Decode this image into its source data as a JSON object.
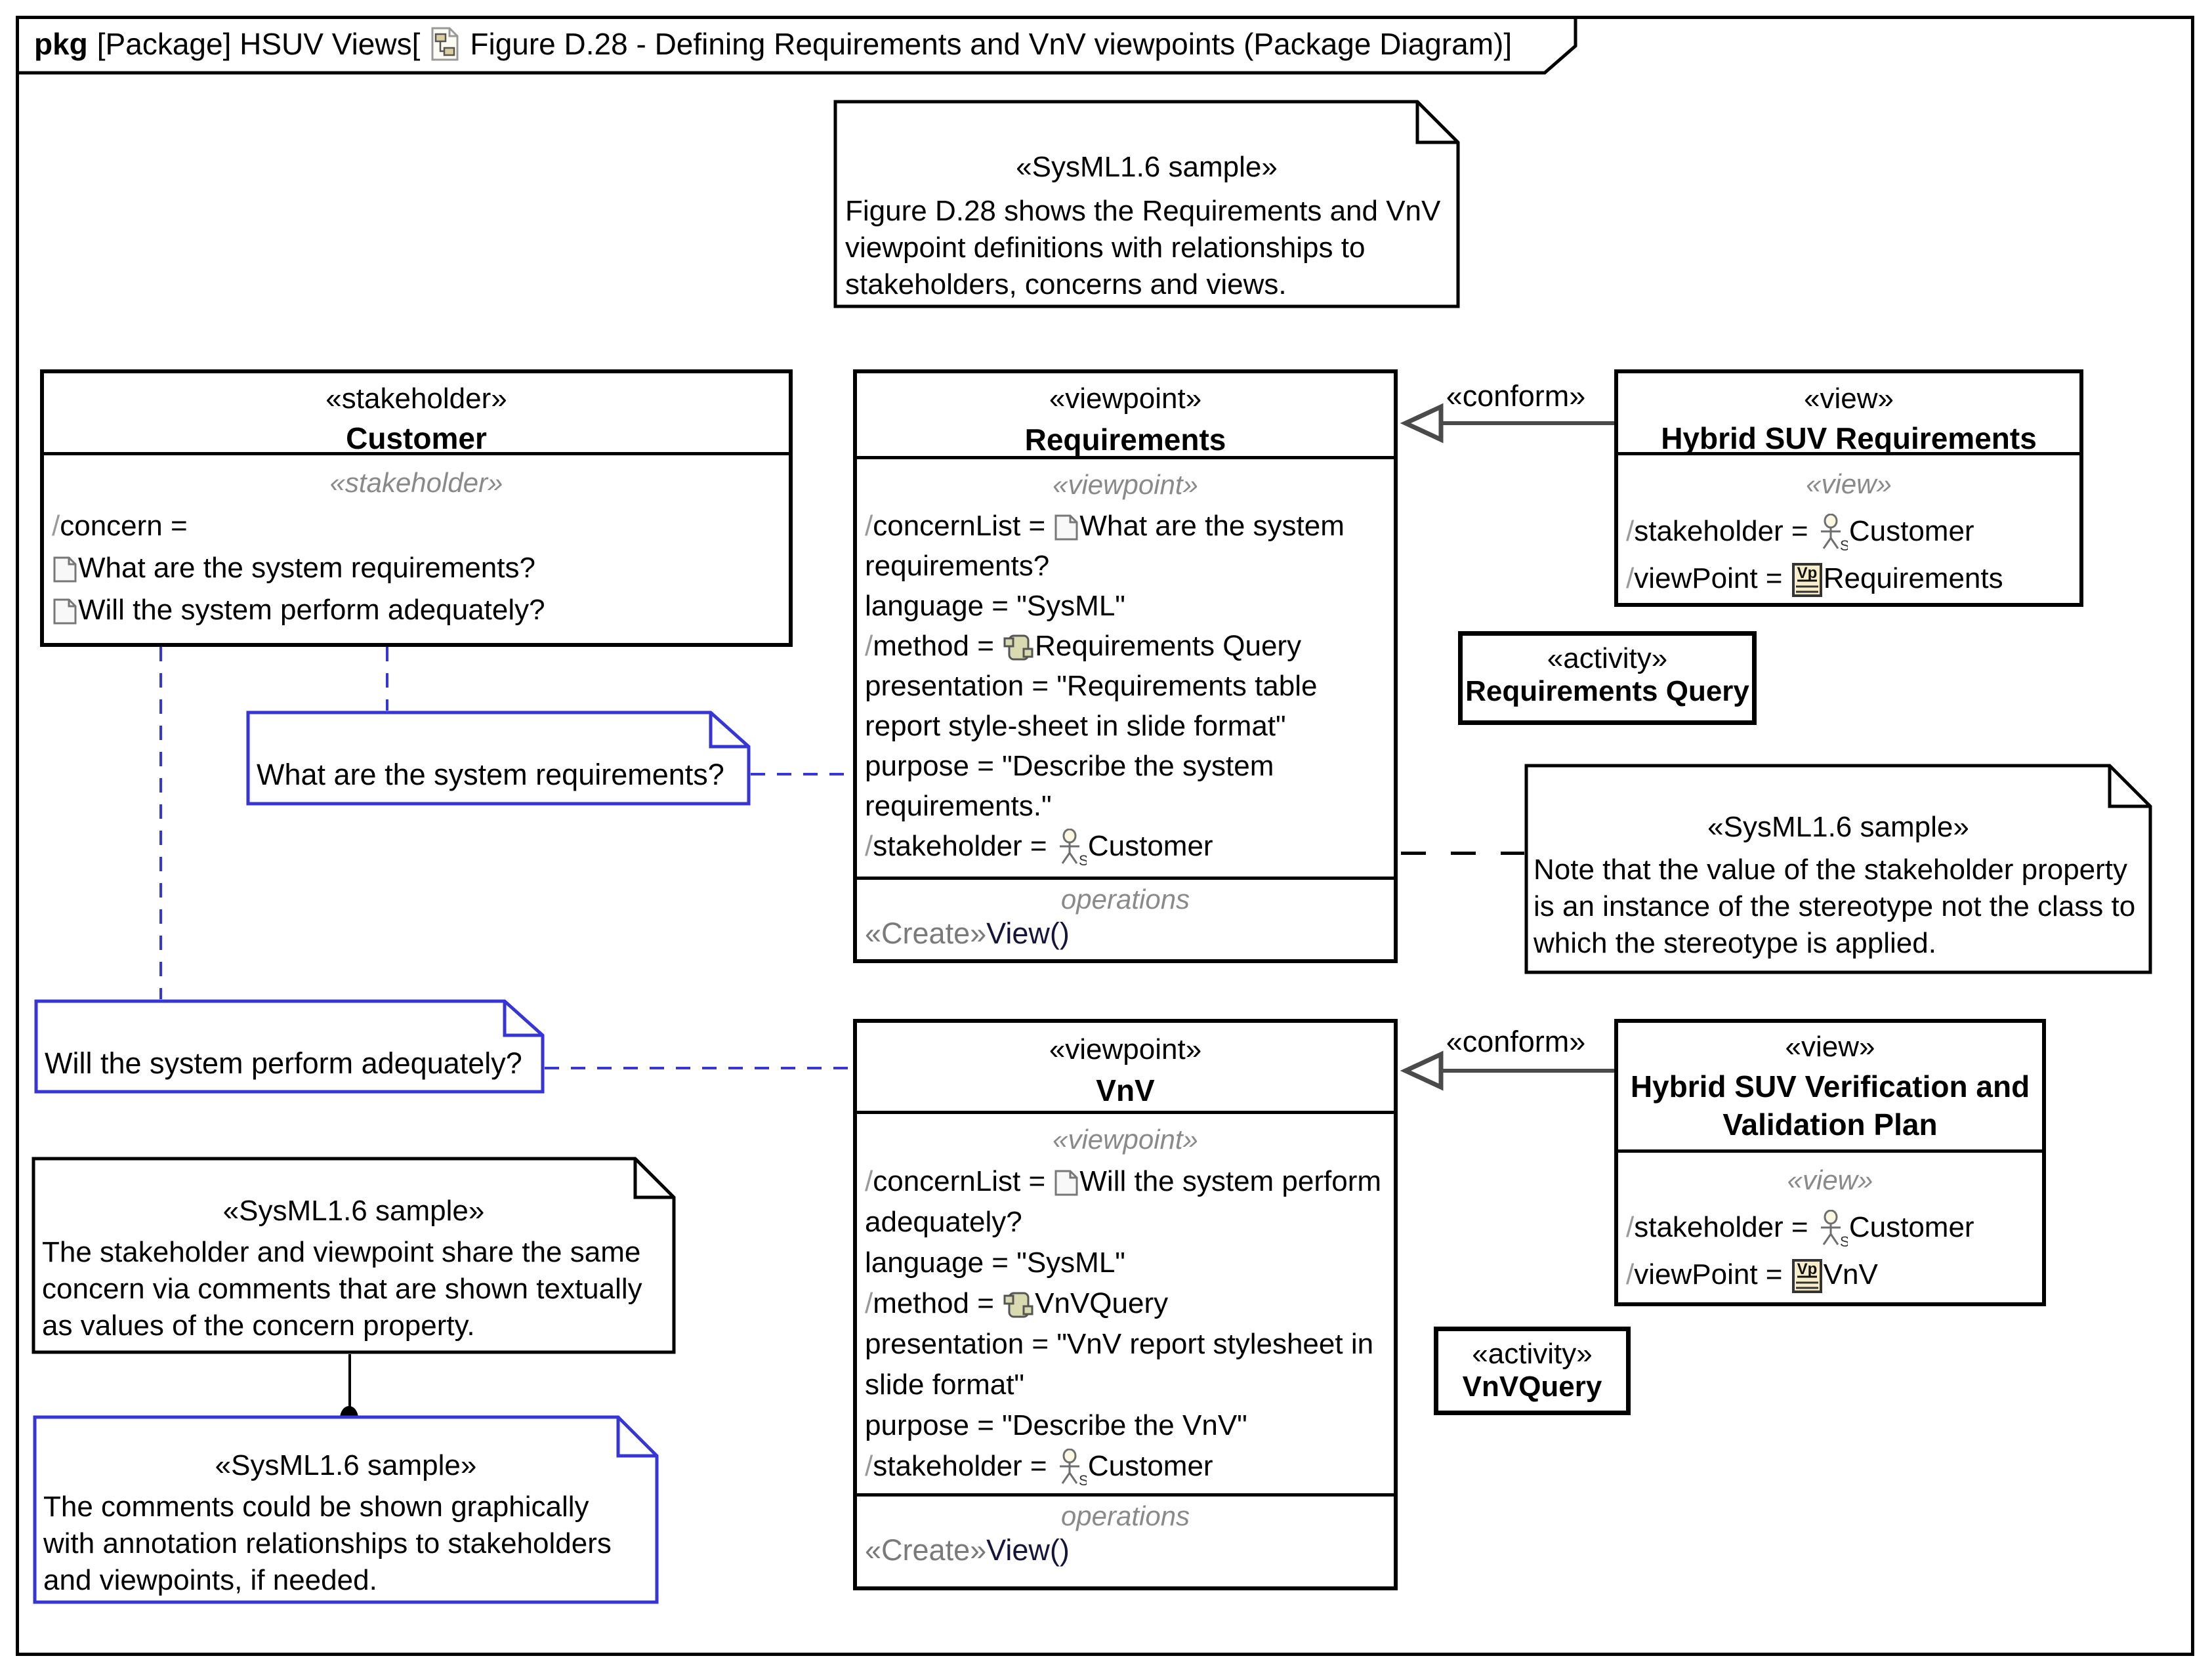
{
  "colors": {
    "accent_blue": "#3535d8",
    "arrow_gray": "#4a4a4a",
    "stereotype_gray": "#8a8a8a",
    "activity_icon_fill": "#dadab0",
    "vp_icon_fill": "#f7eec9"
  },
  "frame": {
    "tag": "pkg",
    "context": "[Package] HSUV Views[",
    "title": "Figure D.28 - Defining Requirements and VnV viewpoints (Package Diagram)]"
  },
  "ui": {
    "slash": "/",
    "actor_subscript": "S",
    "vp_label": "Vp"
  },
  "notes": {
    "intro": {
      "stereotype": "«SysML1.6 sample»",
      "text": "Figure D.28 shows the Requirements and VnV viewpoint definitions with relationships to stakeholders, concerns and views."
    },
    "stakeholder_instance": {
      "stereotype": "«SysML1.6 sample»",
      "text": "Note that the value of the stakeholder property is an instance of the stereotype not the class to which the stereotype is applied."
    },
    "share_concern": {
      "stereotype": "«SysML1.6 sample»",
      "text": "The stakeholder and viewpoint share the same concern via comments that are shown textually as values of the concern property."
    },
    "graphical": {
      "stereotype": "«SysML1.6 sample»",
      "text": "The comments could be shown graphically with annotation relationships to stakeholders and viewpoints, if needed."
    },
    "concern_requirements": {
      "text": "What are the system requirements?"
    },
    "concern_perform": {
      "text": "Will the system perform adequately?"
    }
  },
  "customer": {
    "stereotype": "«stakeholder»",
    "name": "Customer",
    "compartment_stereotype": "«stakeholder»",
    "concern_label": "concern =",
    "concerns": [
      "What are the system requirements?",
      "Will the system perform adequately?"
    ]
  },
  "requirements_viewpoint": {
    "stereotype": "«viewpoint»",
    "name": "Requirements",
    "compartment_stereotype": "«viewpoint»",
    "concern_label": "concernList = ",
    "concern_text": "What are the system requirements?",
    "language_line": "language = \"SysML\"",
    "method_label": "method = ",
    "method_text": "Requirements Query",
    "presentation_line": "presentation = \"Requirements table report style-sheet in slide format\"",
    "purpose_line": "purpose = \"Describe the system requirements.\"",
    "stakeholder_label": "stakeholder = ",
    "stakeholder_text": "Customer",
    "operations_label": "operations",
    "operation_stereotype": "«Create»",
    "operation_name": "View()"
  },
  "vnv_viewpoint": {
    "stereotype": "«viewpoint»",
    "name": "VnV",
    "compartment_stereotype": "«viewpoint»",
    "concern_label": "concernList = ",
    "concern_text": "Will the system perform adequately?",
    "language_line": "language = \"SysML\"",
    "method_label": "method = ",
    "method_text": "VnVQuery",
    "presentation_line": "presentation = \"VnV report stylesheet in slide format\"",
    "purpose_line": "purpose = \"Describe the VnV\"",
    "stakeholder_label": "stakeholder = ",
    "stakeholder_text": "Customer",
    "operations_label": "operations",
    "operation_stereotype": "«Create»",
    "operation_name": "View()"
  },
  "view_requirements": {
    "stereotype": "«view»",
    "name": "Hybrid SUV Requirements",
    "compartment_stereotype": "«view»",
    "stakeholder_label": "stakeholder = ",
    "stakeholder_text": "Customer",
    "viewpoint_label": "viewPoint = ",
    "viewpoint_text": "Requirements"
  },
  "view_vnv": {
    "stereotype": "«view»",
    "name": "Hybrid SUV Verification and Validation Plan",
    "compartment_stereotype": "«view»",
    "stakeholder_label": "stakeholder = ",
    "stakeholder_text": "Customer",
    "viewpoint_label": "viewPoint = ",
    "viewpoint_text": "VnV"
  },
  "activity_requirements_query": {
    "stereotype": "«activity»",
    "name": "Requirements Query"
  },
  "activity_vnv_query": {
    "stereotype": "«activity»",
    "name": "VnVQuery"
  },
  "connectors": {
    "conform_label": "«conform»"
  }
}
